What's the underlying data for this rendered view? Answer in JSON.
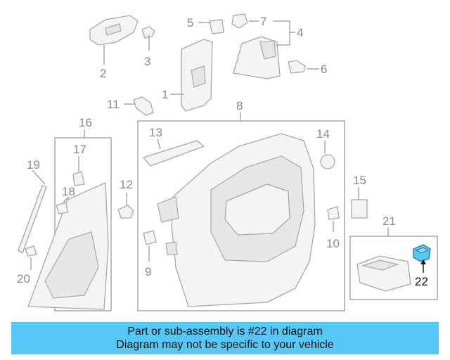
{
  "callouts": {
    "n1": "1",
    "n2": "2",
    "n3": "3",
    "n4": "4",
    "n5": "5",
    "n6": "6",
    "n7": "7",
    "n8": "8",
    "n9": "9",
    "n10": "10",
    "n11": "11",
    "n12": "12",
    "n13": "13",
    "n14": "14",
    "n15": "15",
    "n16": "16",
    "n17": "17",
    "n18": "18",
    "n19": "19",
    "n20": "20",
    "n21": "21",
    "n22": "22"
  },
  "highlight": {
    "part": "22",
    "color": "#57c7f5"
  },
  "banner": {
    "line1": "Part or sub-assembly is #22 in diagram",
    "line2": "Diagram may not be specific to your vehicle",
    "color": "#57c7f5"
  }
}
